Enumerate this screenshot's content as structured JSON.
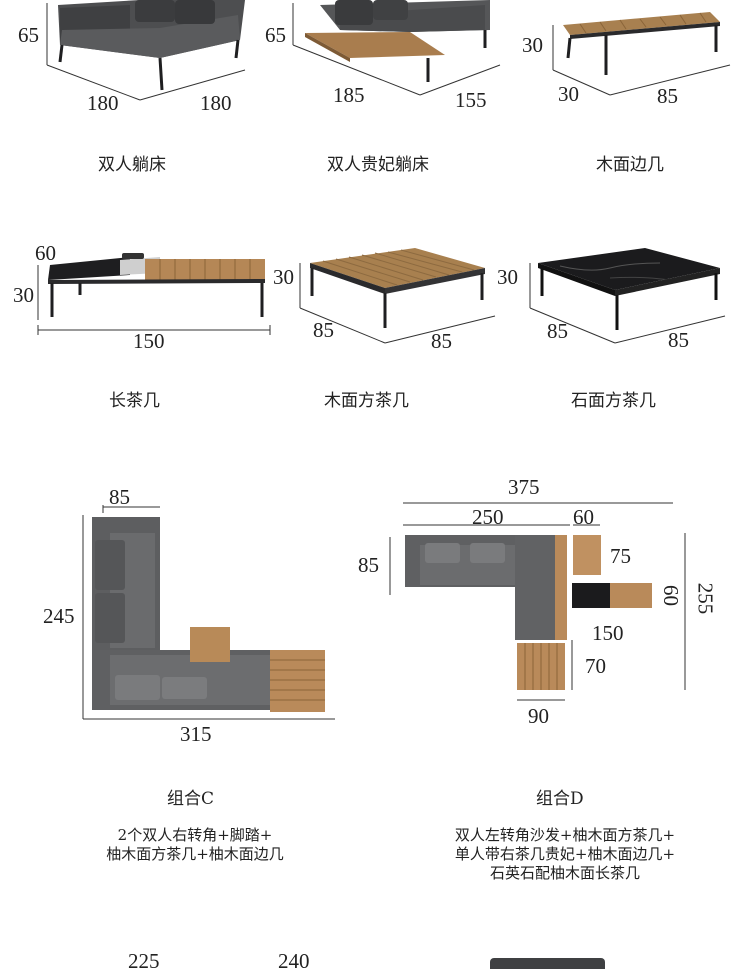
{
  "products": [
    {
      "name": "双人躺床",
      "dims": {
        "height": "65",
        "width": "180",
        "depth": "180"
      }
    },
    {
      "name": "双人贵妃躺床",
      "dims": {
        "height": "65",
        "width": "185",
        "depth": "155"
      }
    },
    {
      "name": "木面边几",
      "dims": {
        "height": "30",
        "width": "30",
        "depth": "85"
      }
    },
    {
      "name": "长茶几",
      "dims": {
        "depth": "60",
        "height": "30",
        "length": "150"
      }
    },
    {
      "name": "木面方茶几",
      "dims": {
        "height": "30",
        "width": "85",
        "depth": "85"
      }
    },
    {
      "name": "石面方茶几",
      "dims": {
        "height": "30",
        "width": "85",
        "depth": "85"
      }
    }
  ],
  "combos": [
    {
      "title": "组合C",
      "description": [
        "2个双人右转角+脚踏+",
        "柚木面方茶几+柚木面边几"
      ],
      "dims": {
        "top": "85",
        "left": "245",
        "bottom": "315"
      }
    },
    {
      "title": "组合D",
      "description": [
        "双人左转角沙发+柚木面方茶几+",
        "单人带右茶几贵妃+柚木面边几+",
        "石英石配柚木面长茶几"
      ],
      "dims": {
        "total": "375",
        "sofa": "250",
        "side_w": "60",
        "left": "85",
        "side_h": "75",
        "long_w": "60",
        "total_h": "255",
        "long_l": "150",
        "sq_h": "70",
        "sq_w": "90"
      }
    }
  ],
  "bottom_dims": [
    "225",
    "240"
  ],
  "colors": {
    "fabric": "#5f6062",
    "fabric_dark": "#3d3e40",
    "teak": "#b98a5a",
    "teak_dark": "#8a5f36",
    "stone": "#1d1d1f",
    "frame": "#2a2a2c",
    "line": "#333333"
  }
}
